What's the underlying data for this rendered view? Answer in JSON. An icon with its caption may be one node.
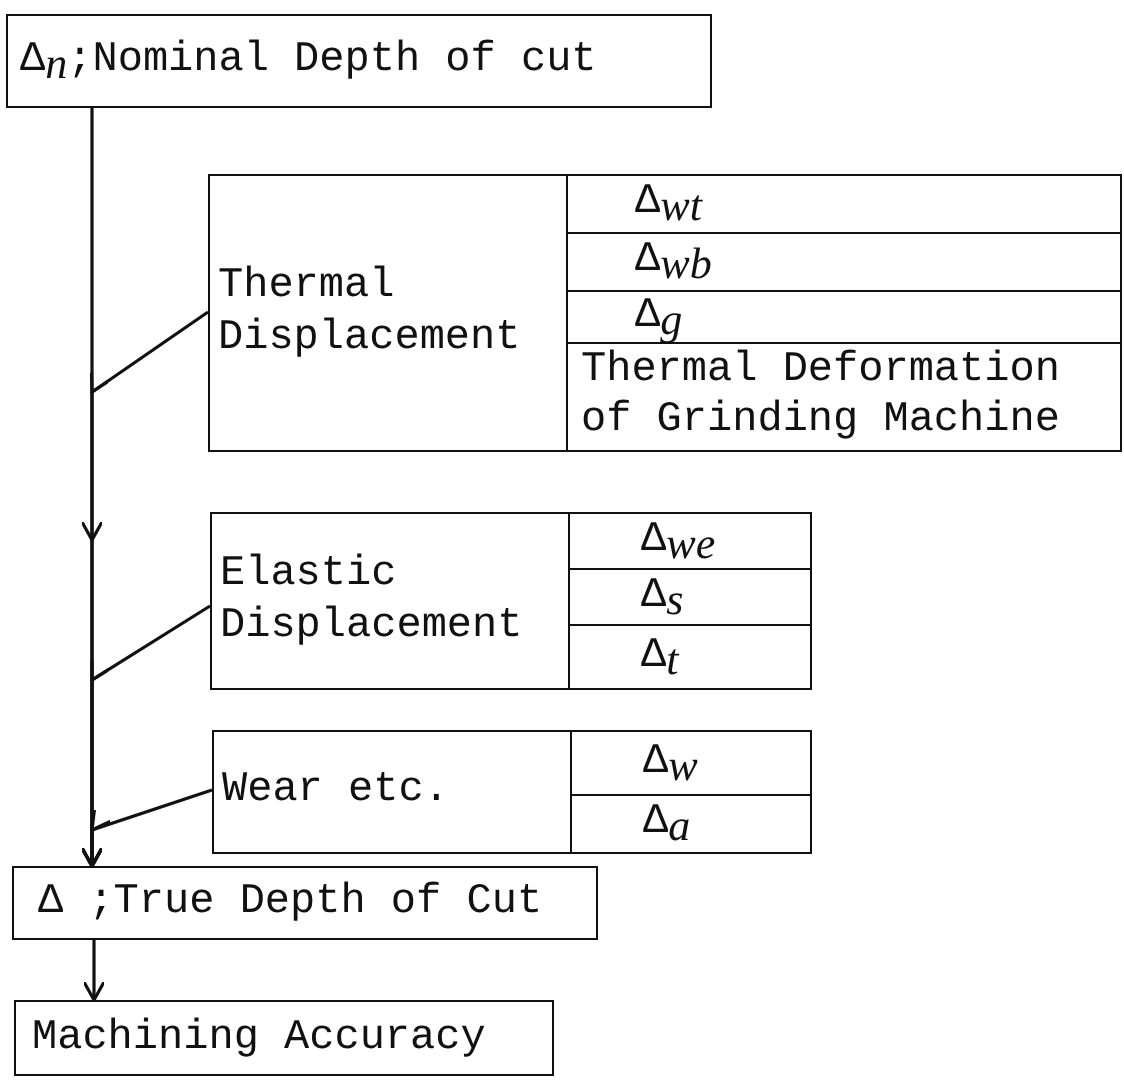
{
  "diagram": {
    "nodes": [
      {
        "text": [
          "Δ$_{n}$;Nominal Depth of cut"
        ]
      },
      {
        "text": [
          "Thermal Displacement"
        ]
      },
      {
        "text": [
          "Δ$_{wt}$"
        ],
        "in": 1
      },
      {
        "text": [
          "Δ$_{wb}$"
        ],
        "in": 1
      },
      {
        "text": [
          "Δ$_{g}$"
        ],
        "in": 1
      },
      {
        "text": [
          "Thermal Deformation of Grinding Machine"
        ],
        "in": 1
      },
      {
        "text": [
          "Elastic Displacement"
        ]
      },
      {
        "text": [
          "Δ$_{we}$"
        ],
        "in": 6
      },
      {
        "text": [
          "Δ$_{s}$"
        ],
        "in": 6
      },
      {
        "text": [
          "Δ$_{t}$"
        ],
        "in": 6
      },
      {
        "text": [
          "Wear etc."
        ]
      },
      {
        "text": [
          "Δ$_{w}$"
        ],
        "in": 10
      },
      {
        "text": [
          "Δ$_{a}$"
        ],
        "in": 10
      },
      {
        "text": [
          "Δ ;True Depth of Cut"
        ]
      },
      {
        "text": [
          "Machining Accuracy"
        ]
      }
    ],
    "edges": [
      {
        "from": 0,
        "to": 13,
        "arrow": "to"
      },
      {
        "from": 1,
        "to": 13,
        "arrow": "to"
      },
      {
        "from": 6,
        "to": 13,
        "arrow": "to"
      },
      {
        "from": 10,
        "to": 13,
        "arrow": "to"
      },
      {
        "from": 13,
        "to": 14,
        "arrow": "to"
      }
    ]
  }
}
